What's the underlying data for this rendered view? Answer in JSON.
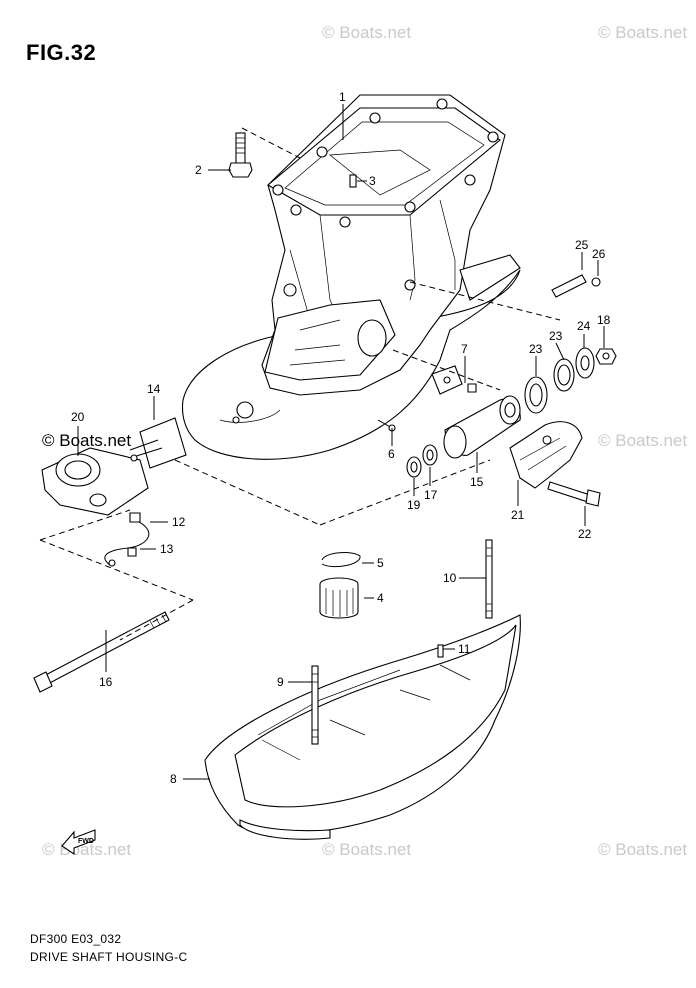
{
  "figure": {
    "title": "FIG.32"
  },
  "footer": {
    "model_code": "DF300 E03_032",
    "section_title": "DRIVE SHAFT HOUSING-C"
  },
  "watermark": {
    "text": "© Boats.net"
  },
  "fwd_arrow": {
    "label": "FWD"
  },
  "callouts": [
    "1",
    "2",
    "3",
    "4",
    "5",
    "6",
    "7",
    "8",
    "9",
    "10",
    "11",
    "12",
    "13",
    "14",
    "15",
    "16",
    "17",
    "18",
    "19",
    "20",
    "21",
    "22",
    "23",
    "23",
    "24",
    "25",
    "26"
  ]
}
